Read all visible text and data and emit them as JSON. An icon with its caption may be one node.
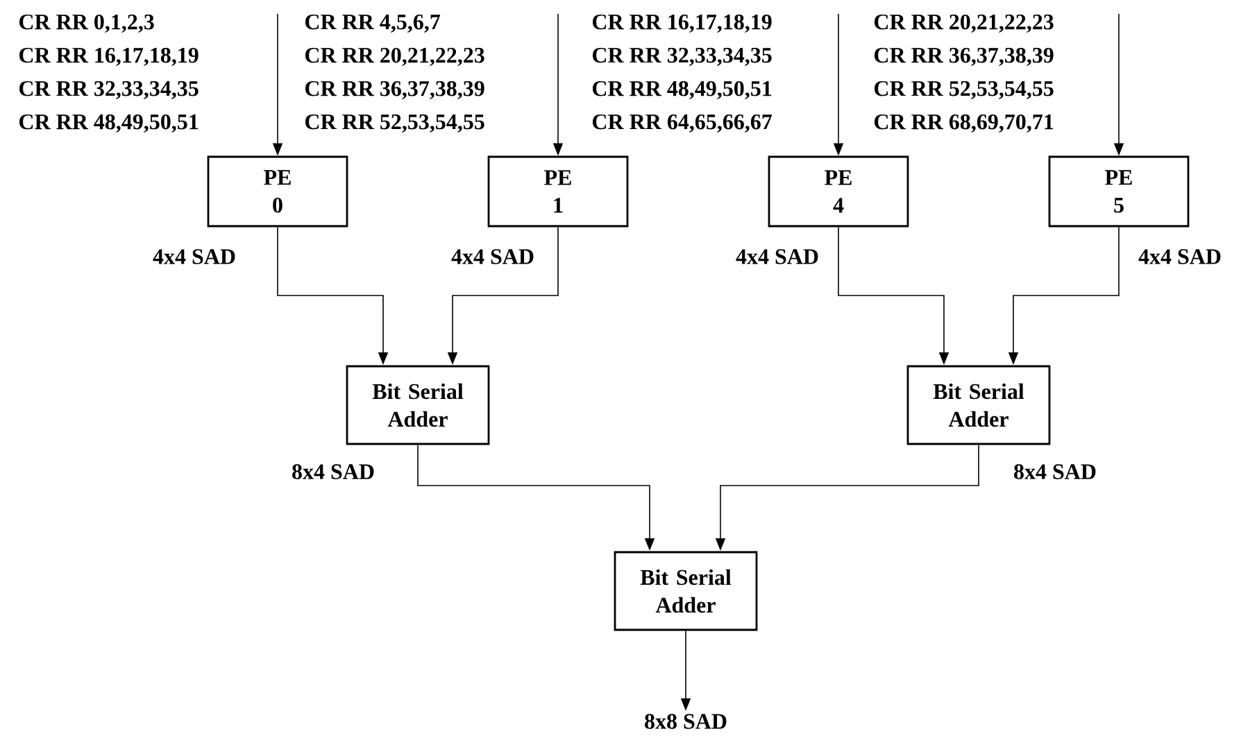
{
  "diagram": {
    "nodes": [
      {
        "text": [
          "PE",
          "0"
        ]
      },
      {
        "text": [
          "PE",
          "1"
        ]
      },
      {
        "text": [
          "PE",
          "4"
        ]
      },
      {
        "text": [
          "PE",
          "5"
        ]
      },
      {
        "text": [
          "Bit Serial Adder"
        ]
      },
      {
        "text": [
          "Bit Serial Adder"
        ]
      },
      {
        "text": [
          "Bit Serial Adder"
        ]
      },
      {
        "text": [
          "8x8 SAD"
        ]
      }
    ],
    "edges": [
      {
        "from": null,
        "to": 0,
        "arrow": "to"
      },
      {
        "from": null,
        "to": 1,
        "arrow": "to"
      },
      {
        "from": null,
        "to": 2,
        "arrow": "to"
      },
      {
        "from": null,
        "to": 3,
        "arrow": "to"
      },
      {
        "from": 0,
        "to": 4,
        "arrow": "to",
        "label": "4x4 SAD"
      },
      {
        "from": 1,
        "to": 4,
        "arrow": "to",
        "label": "4x4 SAD"
      },
      {
        "from": 2,
        "to": 5,
        "arrow": "to",
        "label": "4x4 SAD"
      },
      {
        "from": 3,
        "to": 5,
        "arrow": "to",
        "label": "4x4 SAD"
      },
      {
        "from": 4,
        "to": 6,
        "arrow": "to",
        "label": "8x4 SAD"
      },
      {
        "from": 5,
        "to": 6,
        "arrow": "to",
        "label": "8x4 SAD"
      },
      {
        "from": 6,
        "to": 7,
        "arrow": "to"
      }
    ],
    "labels": [
      "CR RR 0,1,2,3",
      "CR RR 4,5,6,7",
      "CR RR 16,17,18,19",
      "CR RR 20,21,22,23",
      "CR RR 16,17,18,19",
      "CR RR 20,21,22,23",
      "CR RR 32,33,34,35",
      "CR RR 36,37,38,39",
      "CR RR 32,33,34,35",
      "CR RR 36,37,38,39",
      "CR RR 48,49,50,51",
      "CR RR 52,53,54,55",
      "CR RR 48,49,50,51",
      "CR RR 52,53,54,55",
      "CR RR 64,65,66,67",
      "CR RR 68,69,70,71"
    ]
  }
}
